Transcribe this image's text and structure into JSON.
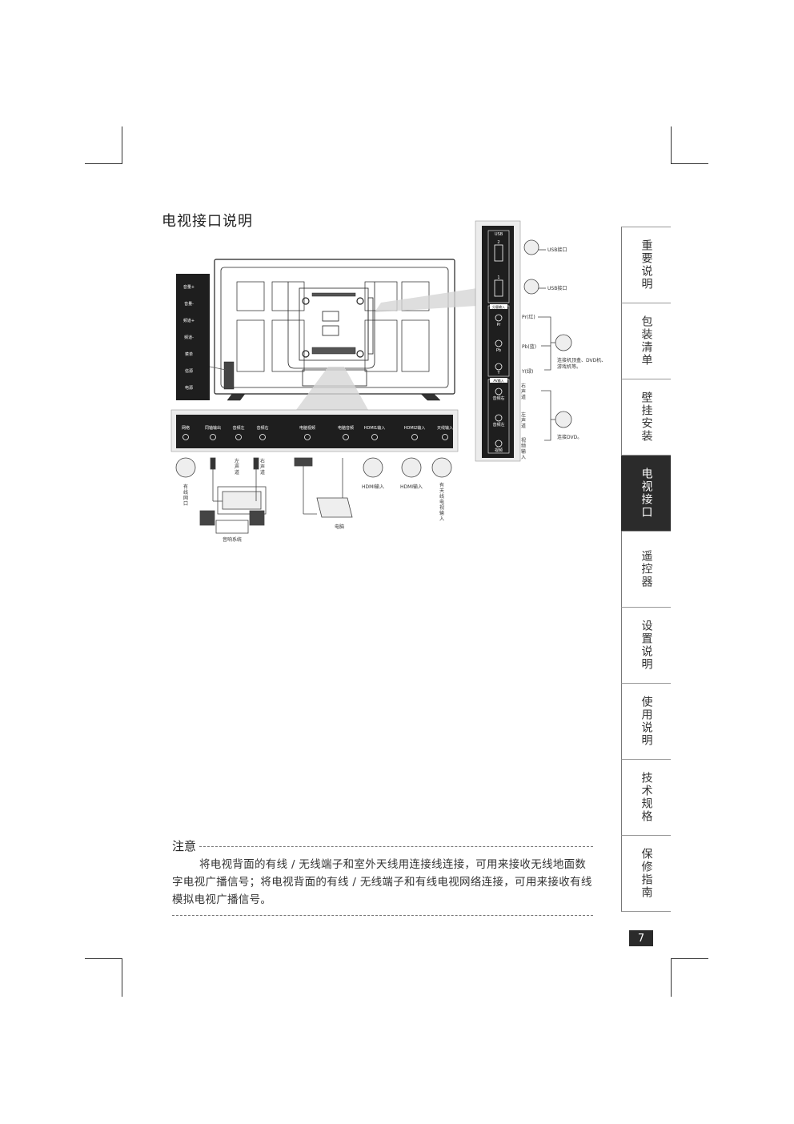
{
  "title": "电视接口说明",
  "tabs": [
    {
      "label": "重要说明",
      "active": false
    },
    {
      "label": "包装清单",
      "active": false
    },
    {
      "label": "壁挂安装",
      "active": false
    },
    {
      "label": "电视接口",
      "active": true
    },
    {
      "label": "遥控器",
      "active": false
    },
    {
      "label": "设置说明",
      "active": false
    },
    {
      "label": "使用说明",
      "active": false
    },
    {
      "label": "技术规格",
      "active": false
    },
    {
      "label": "保修指南",
      "active": false
    }
  ],
  "side_buttons": [
    "音量+",
    "音量-",
    "频道+",
    "频道-",
    "菜单",
    "信源",
    "电源"
  ],
  "bottom_ports": [
    "网络",
    "同轴输出",
    "音频左",
    "音频右",
    "电脑视频",
    "电脑音频",
    "HDMI1输入",
    "HDMI2输入",
    "天线输入"
  ],
  "side_panel": {
    "usb_group": "USB",
    "usb_ports": [
      "2",
      "1"
    ],
    "ypbpr_group": "分量输入",
    "ypbpr_ports": [
      "Pr",
      "Pb",
      "Y"
    ],
    "av_group": "AV输入",
    "av_ports": [
      "音频右",
      "音频左",
      "视频"
    ]
  },
  "labels": {
    "usb1": "USB接口",
    "usb2": "USB接口",
    "pr": "Pr(红)",
    "pb": "Pb(蓝)",
    "y": "Y(绿)",
    "component_note_1": "连接机顶盒、DVD机、",
    "component_note_2": "游戏机等。",
    "right_channel": "右声道",
    "left_channel": "左声道",
    "video_input": "视频输入",
    "dvd_note": "连接DVD。",
    "wired_network": "有线网口",
    "left_ch_bottom": "左声道",
    "right_ch_bottom": "右声道",
    "hdmi_in_1": "HDMI输入",
    "hdmi_in_2": "HDMI输入",
    "antenna": "有天线电视输入",
    "pc": "电脑",
    "audio_system": "音响系统"
  },
  "note": {
    "title": "注意",
    "body": "将电视背面的有线 / 无线端子和室外天线用连接线连接，可用来接收无线地面数字电视广播信号；将电视背面的有线 / 无线端子和有线电视网络连接，可用来接收有线模拟电视广播信号。"
  },
  "page_number": "7"
}
